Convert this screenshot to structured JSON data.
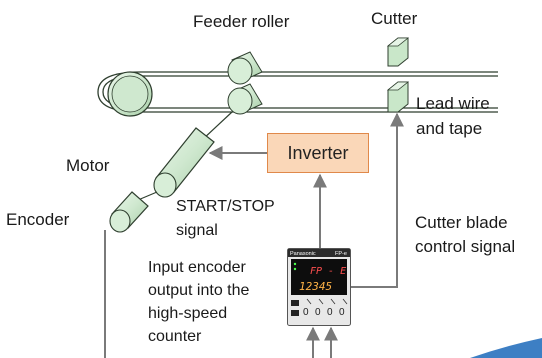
{
  "labels": {
    "feeder_roller": "Feeder roller",
    "cutter": "Cutter",
    "lead_wire_line1": "Lead wire",
    "lead_wire_line2": "and tape",
    "motor": "Motor",
    "inverter": "Inverter",
    "encoder": "Encoder",
    "start_stop_line1": "START/STOP",
    "start_stop_line2": "signal",
    "cutter_blade_line1": "Cutter blade",
    "cutter_blade_line2": "control signal",
    "input_encoder_line1": "Input encoder",
    "input_encoder_line2": "output into the",
    "input_encoder_line3": "high-speed",
    "input_encoder_line4": "counter"
  },
  "plc": {
    "brand": "Panasonic",
    "model": "FP-e",
    "display_top": "FP - E",
    "display_bottom": "12345"
  },
  "colors": {
    "roller_fill": "#cfe8cf",
    "roller_stroke": "#2f3f2f",
    "inverter_fill": "#fad7b8",
    "inverter_stroke": "#e0894a",
    "line": "#7a7a7a",
    "cutter_fill": "#c9e7c9"
  }
}
